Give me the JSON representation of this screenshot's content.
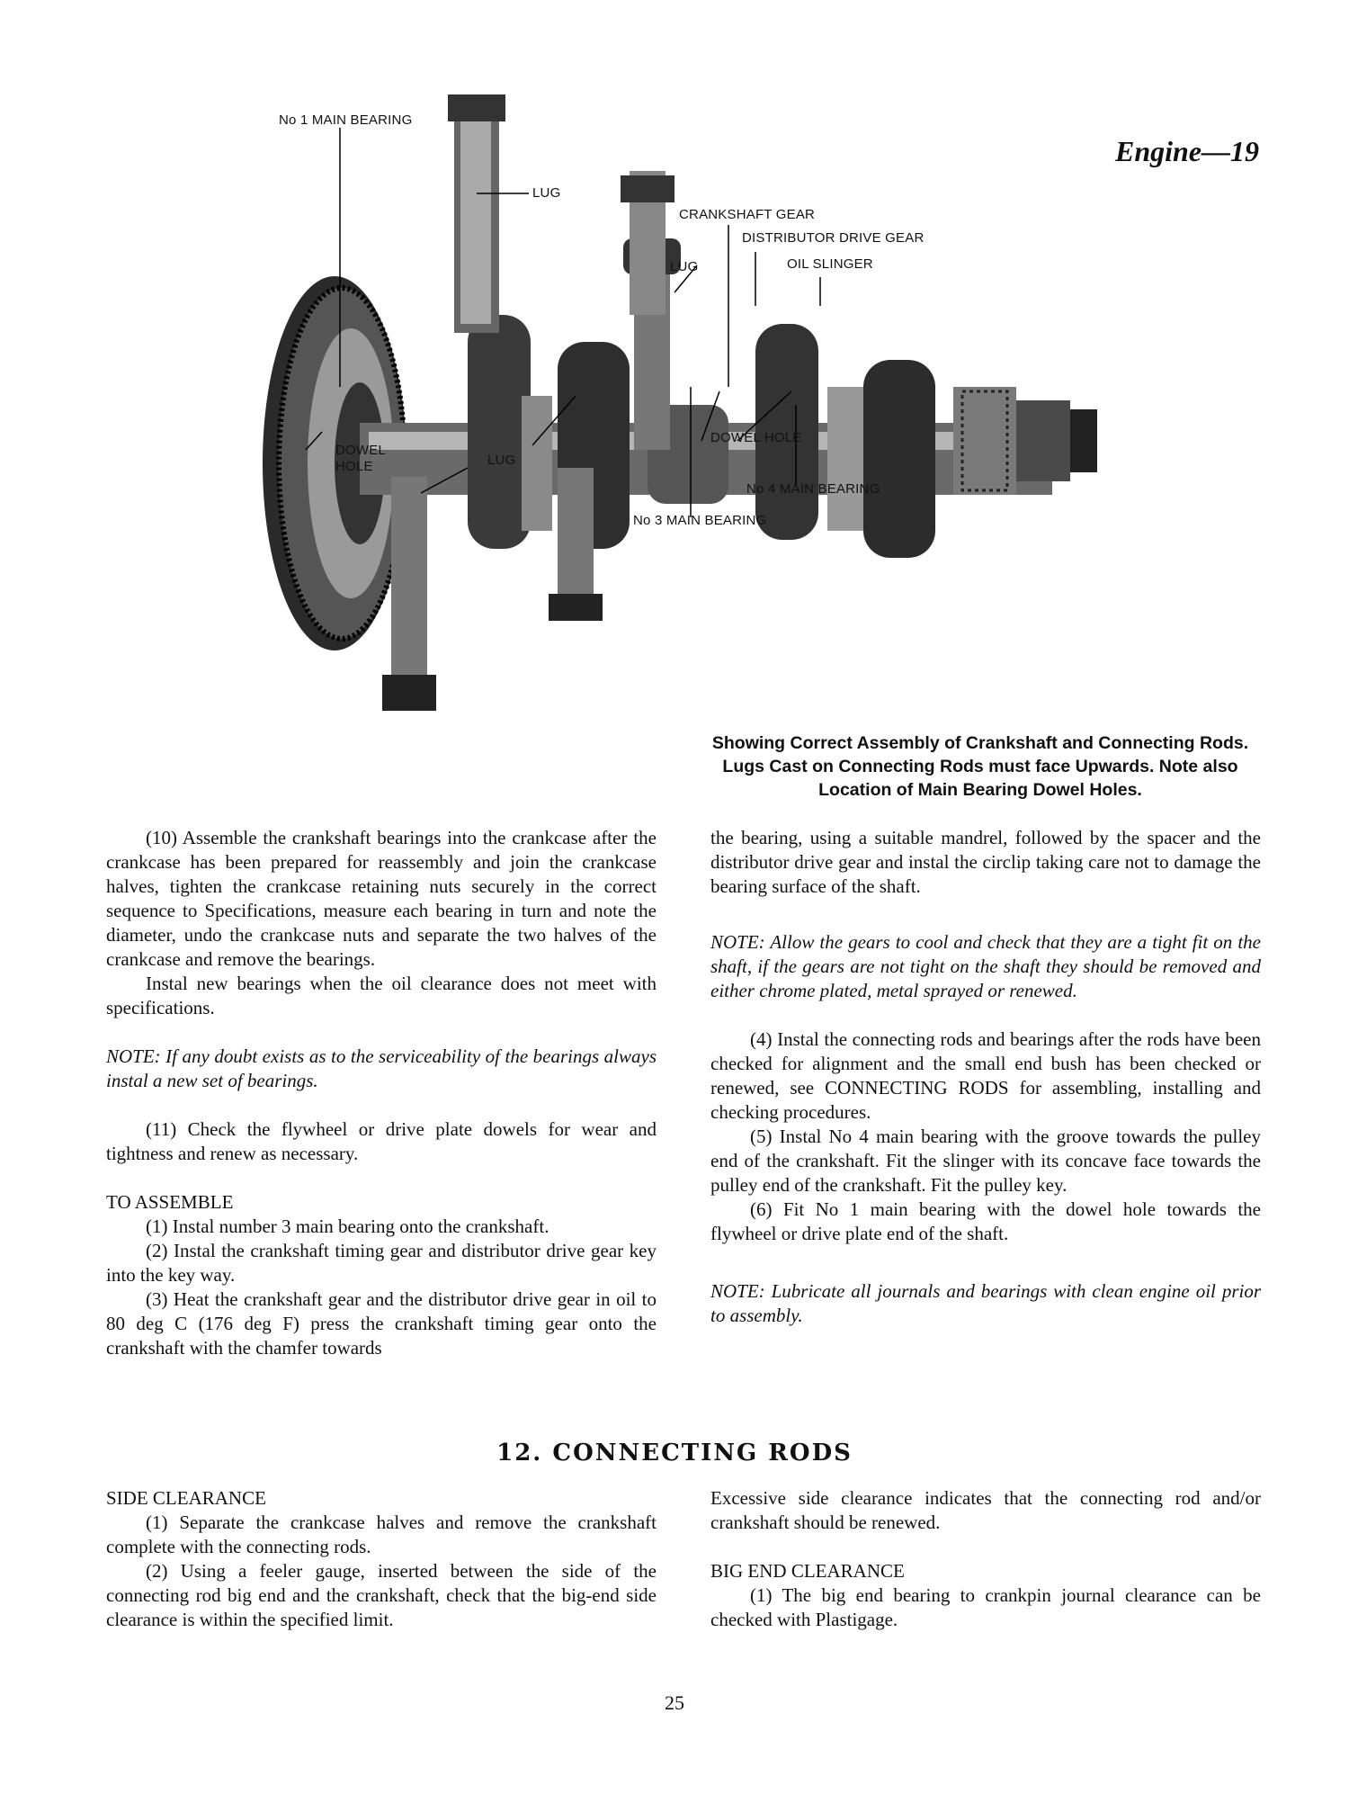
{
  "header": {
    "title": "Engine—19"
  },
  "figure": {
    "labels": {
      "main1": "No 1 MAIN BEARING",
      "lug_top": "LUG",
      "crank_gear": "CRANKSHAFT GEAR",
      "dist_gear": "DISTRIBUTOR DRIVE GEAR",
      "lug_mid": "LUG",
      "oil_slinger": "OIL SLINGER",
      "dowel_left": "DOWEL\nHOLE",
      "lug_bottom": "LUG",
      "dowel_right": "DOWEL HOLE",
      "main4": "No 4 MAIN BEARING",
      "main3": "No 3 MAIN BEARING"
    },
    "caption": "Showing Correct Assembly of Crankshaft and Connecting Rods. Lugs Cast on Connecting Rods must face Upwards. Note also Location of Main Bearing Dowel Holes."
  },
  "left": {
    "p10": "(10) Assemble the crankshaft bearings into the crankcase after the crankcase has been prepared for reassembly and join the crankcase halves, tighten the crankcase retaining nuts securely in the correct sequence to Specifications, measure each bearing in turn and note the diameter, undo the crankcase nuts and separate the two halves of the crankcase and remove the bearings.",
    "p10b": "Instal new bearings when the oil clearance does not meet with specifications.",
    "note1": "NOTE: If any doubt exists as to the serviceability of the bearings always instal a new set of bearings.",
    "p11": "(11) Check the flywheel or drive plate dowels for wear and tightness and renew as necessary.",
    "assemble_head": "TO ASSEMBLE",
    "a1": "(1) Instal number 3 main bearing onto the crankshaft.",
    "a2": "(2) Instal the crankshaft timing gear and distributor drive gear key into the key way.",
    "a3": "(3) Heat the crankshaft gear and the distributor drive gear in oil to 80 deg C (176 deg F) press the crankshaft timing gear onto the crankshaft with the chamfer towards"
  },
  "right": {
    "cont": "the bearing, using a suitable mandrel, followed by the spacer and the distributor drive gear and instal the circlip taking care not to damage the bearing surface of the shaft.",
    "note2": "NOTE: Allow the gears to cool and check that they are a tight fit on the shaft, if the gears are not tight on the shaft they should be removed and either chrome plated, metal sprayed or renewed.",
    "a4": "(4) Instal the connecting rods and bearings after the rods have been checked for alignment and the small end bush has been checked or renewed, see CONNECTING RODS for assembling, installing and checking procedures.",
    "a5": "(5) Instal No 4 main bearing with the groove towards the pulley end of the crankshaft. Fit the slinger with its concave face towards the pulley end of the crankshaft. Fit the pulley key.",
    "a6": "(6) Fit No 1 main bearing with the dowel hole towards the flywheel or drive plate end of the shaft.",
    "note3": "NOTE: Lubricate all journals and bearings with clean engine oil prior to assembly."
  },
  "section": {
    "title": "12. CONNECTING RODS"
  },
  "side": {
    "head": "SIDE CLEARANCE",
    "s1": "(1) Separate the crankcase halves and remove the crankshaft complete with the connecting rods.",
    "s2": "(2) Using a feeler gauge, inserted between the side of the connecting rod big end and the crankshaft, check that the big-end side clearance is within the specified limit."
  },
  "bigend": {
    "excess": "Excessive side clearance indicates that the connecting rod and/or crankshaft should be renewed.",
    "head": "BIG END CLEARANCE",
    "b1": "(1) The big end bearing to crankpin journal clearance can be checked with Plastigage."
  },
  "footer": {
    "page_number": "25"
  }
}
